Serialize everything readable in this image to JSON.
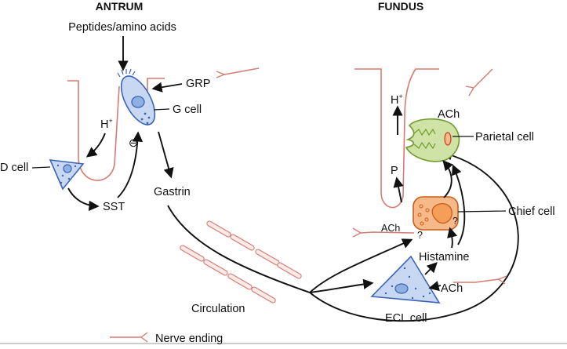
{
  "headers": {
    "antrum": "ANTRUM",
    "fundus": "FUNDUS"
  },
  "antrum": {
    "stimulus": "Peptides/amino acids",
    "grp": "GRP",
    "g_cell": "G cell",
    "h_plus": "H",
    "h_plus_sup": "+",
    "inhibition": "⊖",
    "d_cell": "D cell",
    "sst": "SST",
    "gastrin": "Gastrin"
  },
  "fundus": {
    "h_plus": "H",
    "h_plus_sup": "+",
    "ach_parietal": "ACh",
    "parietal_cell": "Parietal cell",
    "p": "P",
    "chief_cell": "Chief cell",
    "ach_chief": "ACh",
    "question_1": "?",
    "question_2": "?",
    "histamine": "Histamine",
    "ach_ecl": "ACh",
    "ecl_cell": "ECL cell"
  },
  "circulation": "Circulation",
  "legend": {
    "nerve_ending": "Nerve ending"
  },
  "colors": {
    "nerve": "#d47b72",
    "g_cell_fill": "#c9d8f2",
    "d_cell_fill": "#c9d8f2",
    "ecl_cell_fill": "#c9d8f2",
    "parietal_fill": "#cfe3a6",
    "chief_fill": "#f6b98a",
    "vessel_fill": "#fbe9e7"
  }
}
